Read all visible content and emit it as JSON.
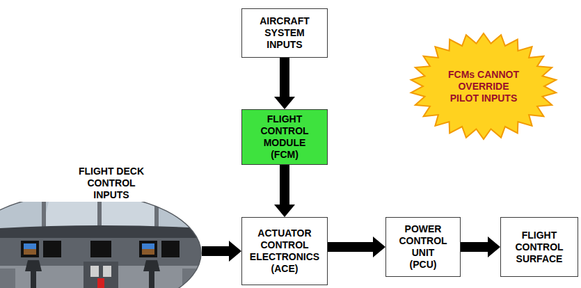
{
  "diagram": {
    "nodes": [
      {
        "text": [
          "AIRCRAFT SYSTEM INPUTS"
        ]
      },
      {
        "text": [
          "FLIGHT CONTROL MODULE (FCM)"
        ]
      },
      {
        "text": [
          "FCMs CANNOT OVERRIDE PILOT INPUTS"
        ]
      },
      {
        "text": [
          "FLIGHT DECK CONTROL INPUTS"
        ]
      },
      {
        "text": [
          "ACTUATOR CONTROL ELECTRONICS (ACE)"
        ]
      },
      {
        "text": [
          "POWER CONTROL UNIT (PCU)"
        ]
      },
      {
        "text": [
          "FLIGHT CONTROL SURFACE"
        ]
      }
    ],
    "edges": [
      {
        "from": 0,
        "to": 1,
        "arrow": "to"
      },
      {
        "from": 1,
        "to": 4,
        "arrow": "to"
      },
      {
        "from": 3,
        "to": 4,
        "arrow": "to"
      },
      {
        "from": 4,
        "to": 5,
        "arrow": "to"
      },
      {
        "from": 5,
        "to": 6,
        "arrow": "to"
      }
    ]
  }
}
